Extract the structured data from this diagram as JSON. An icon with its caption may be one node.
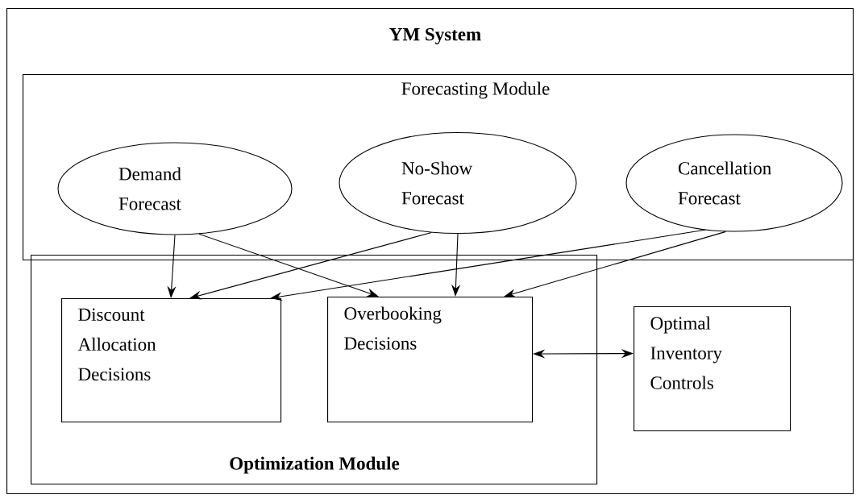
{
  "diagram": {
    "nodes": [
      {
        "text": [
          "YM System"
        ]
      },
      {
        "text": [
          "Forecasting Module"
        ],
        "in": 0
      },
      {
        "text": [
          "Demand Forecast"
        ],
        "in": 1
      },
      {
        "text": [
          "No-Show Forecast"
        ],
        "in": 1
      },
      {
        "text": [
          "Cancellation Forecast"
        ],
        "in": 1
      },
      {
        "text": [
          "Optimization Module"
        ],
        "in": 0
      },
      {
        "text": [
          "Discount Allocation Decisions"
        ],
        "in": 5
      },
      {
        "text": [
          "Overbooking Decisions"
        ],
        "in": 5
      },
      {
        "text": [
          "Optimal Inventory Controls"
        ],
        "in": 0
      }
    ],
    "edges": [
      {
        "from": 2,
        "to": 6,
        "arrow": "to"
      },
      {
        "from": 2,
        "to": 7,
        "arrow": "to"
      },
      {
        "from": 3,
        "to": 6,
        "arrow": "to"
      },
      {
        "from": 3,
        "to": 7,
        "arrow": "to"
      },
      {
        "from": 4,
        "to": 6,
        "arrow": "to"
      },
      {
        "from": 4,
        "to": 7,
        "arrow": "to"
      },
      {
        "from": 7,
        "to": 8,
        "arrow": "both"
      }
    ]
  }
}
